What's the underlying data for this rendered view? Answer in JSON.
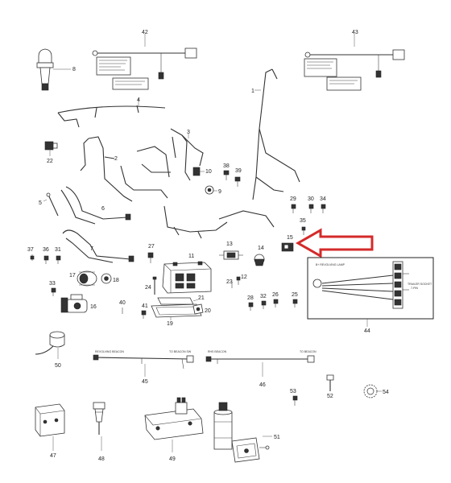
{
  "arrow_color": "#d42a2a",
  "callouts": {
    "c1": "1",
    "c2": "2",
    "c3": "3",
    "c4": "4",
    "c5": "5",
    "c6": "6",
    "c7": "7",
    "c8": "8",
    "c9": "9",
    "c10": "10",
    "c11": "11",
    "c12": "12",
    "c13": "13",
    "c14": "14",
    "c15": "15",
    "c16": "16",
    "c17": "17",
    "c18": "18",
    "c19": "19",
    "c20": "20",
    "c21": "21",
    "c22": "22",
    "c23": "23",
    "c24": "24",
    "c25": "25",
    "c26": "26",
    "c27": "27",
    "c28": "28",
    "c29": "29",
    "c30": "30",
    "c31": "31",
    "c32": "32",
    "c33": "33",
    "c34": "34",
    "c35": "35",
    "c36": "36",
    "c37": "37",
    "c38": "38",
    "c39": "39",
    "c40": "40",
    "c41": "41",
    "c42": "42",
    "c43": "43",
    "c44": "44",
    "c45": "45",
    "c46": "46",
    "c47": "47",
    "c48": "48",
    "c49": "49",
    "c50": "50",
    "c51": "51",
    "c52": "52",
    "c53": "53",
    "c54": "54"
  },
  "inset": {
    "revolving_lamp": "B+ REVOLVING LAMP",
    "trailer_socket": "TRAILER SOCKET",
    "trailer_socket_note": "7-PIN"
  },
  "harness45": {
    "left": "REVOLVING BEACON",
    "right": "TO BEACON SW"
  },
  "harness46": {
    "left": "RHS BEACON",
    "right": "TO BEACON"
  }
}
